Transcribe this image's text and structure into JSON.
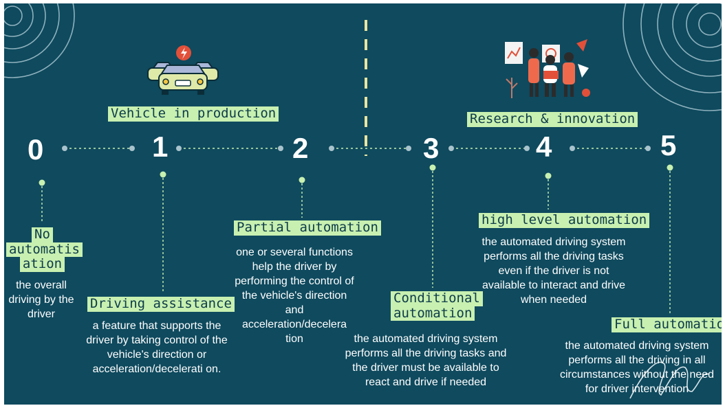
{
  "colors": {
    "background": "#0f4a5e",
    "highlight": "#c8f0b0",
    "text": "#ffffff",
    "connector": "#c8f0b0",
    "divider": "#e9e5a0"
  },
  "icons": {
    "cars": "cars-charging-icon",
    "team": "research-team-illustration"
  },
  "sections": {
    "production": "Vehicle in production",
    "research": "Research & innovation"
  },
  "levels": [
    {
      "number": "0",
      "title_lines": [
        "No",
        "automatis",
        "ation"
      ],
      "description": "the overall driving by the driver"
    },
    {
      "number": "1",
      "title": "Driving assistance",
      "description": "a feature that supports the driver by taking control of the vehicle's direction or acceleration/decelerati on."
    },
    {
      "number": "2",
      "title": "Partial automation",
      "description": "one or several functions help the driver by performing the control of the vehicle's direction and acceleration/decelera tion"
    },
    {
      "number": "3",
      "title_lines": [
        "Conditional",
        "automation"
      ],
      "description": "the automated driving system performs all the driving tasks and the driver must be available to react and drive if needed"
    },
    {
      "number": "4",
      "title": "high level automation",
      "description": "the automated driving system performs all the driving tasks even if the driver is not available to interact and drive when needed"
    },
    {
      "number": "5",
      "title": "Full automation",
      "description": "the automated driving system performs all the driving in all circumstances without the need for driver intervention"
    }
  ]
}
